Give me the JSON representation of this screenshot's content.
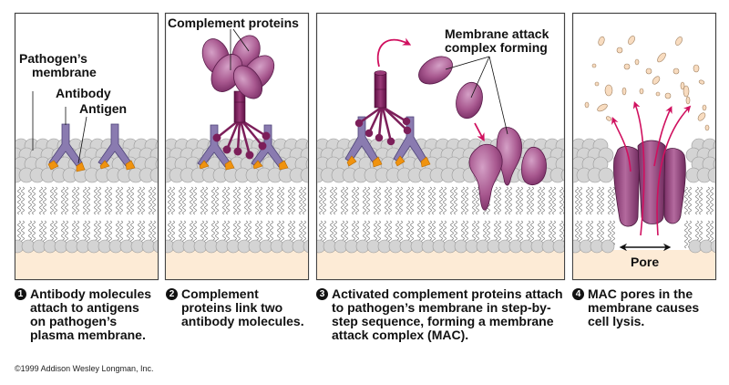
{
  "figure": {
    "panels": [
      {
        "id": 1,
        "labels": {
          "membrane": "Pathogen's\nmembrane",
          "membrane_line1": "Pathogen’s",
          "membrane_line2": "membrane",
          "antibody": "Antibody",
          "antigen": "Antigen"
        },
        "caption_number": "1",
        "caption": "Antibody molecules\nattach to antigens\non pathogen’s\nplasma membrane."
      },
      {
        "id": 2,
        "labels": {
          "complement": "Complement proteins"
        },
        "caption_number": "2",
        "caption": "Complement\nproteins link two\nantibody molecules."
      },
      {
        "id": 3,
        "labels": {
          "mac_line1": "Membrane attack",
          "mac_line2": "complex forming"
        },
        "caption_number": "3",
        "caption": "Activated complement proteins attach\nto pathogen’s membrane in step-by-\nstep sequence, forming a membrane\nattack complex (MAC)."
      },
      {
        "id": 4,
        "labels": {
          "pore": "Pore"
        },
        "caption_number": "4",
        "caption": "MAC pores in the\nmembrane causes\ncell lysis."
      }
    ],
    "copyright": "©1999 Addison Wesley Longman, Inc.",
    "colors": {
      "antibody": "#8a7bb0",
      "antigen": "#f0930f",
      "complement": "#a8588f",
      "complement_dark": "#7a2f66",
      "stalk": "#7c1f5a",
      "arrow": "#d0105f",
      "lipid_head": "#d4d4d4",
      "lipid_outline": "#9a9a9a",
      "cytoplasm": "#fdebd6",
      "debris": "#f8dcc0",
      "border": "#444444"
    }
  }
}
